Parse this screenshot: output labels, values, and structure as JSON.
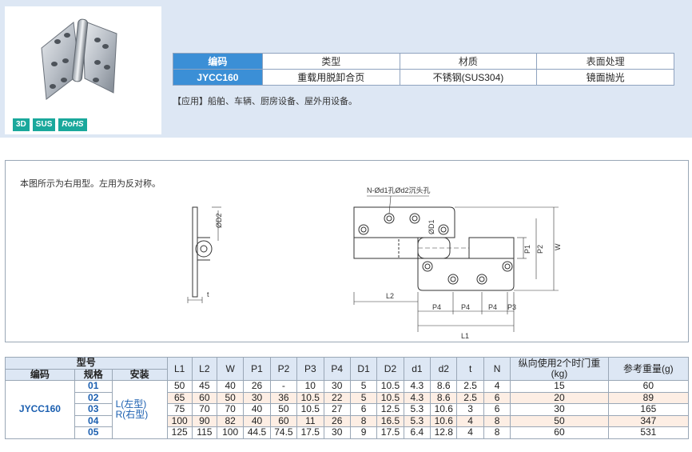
{
  "badges": [
    "3D",
    "SUS",
    "RoHS"
  ],
  "info_table": {
    "headers": [
      "编码",
      "类型",
      "材质",
      "表面处理"
    ],
    "row": [
      "JYCC160",
      "重载用脱卸合页",
      "不锈钢(SUS304)",
      "镜面抛光"
    ]
  },
  "application_note": "【应用】船舶、车辆、厨房设备、屋外用设备。",
  "drawing": {
    "note": "本图所示为右用型。左用为反对称。",
    "hole_label": "N-Ød1孔Ød2沉头孔",
    "labels": {
      "d2": "ØD2",
      "d1": "ØD1",
      "t": "t",
      "l2": "L2",
      "l1": "L1",
      "p4a": "P4",
      "p4b": "P4",
      "p4c": "P4",
      "p3": "P3",
      "p1": "P1",
      "p2": "P2",
      "w": "W"
    }
  },
  "spec_table": {
    "group_header": "型号",
    "sub_headers": [
      "编码",
      "规格",
      "安装"
    ],
    "columns": [
      "L1",
      "L2",
      "W",
      "P1",
      "P2",
      "P3",
      "P4",
      "D1",
      "D2",
      "d1",
      "d2",
      "t",
      "N",
      "纵向使用2个时门重(kg)",
      "参考重量(g)"
    ],
    "code": "JYCC160",
    "install": [
      "L(左型)",
      "R(右型)"
    ],
    "rows": [
      {
        "size": "01",
        "values": [
          "50",
          "45",
          "40",
          "26",
          "-",
          "10",
          "30",
          "5",
          "10.5",
          "4.3",
          "8.6",
          "2.5",
          "4",
          "15",
          "60"
        ]
      },
      {
        "size": "02",
        "values": [
          "65",
          "60",
          "50",
          "30",
          "36",
          "10.5",
          "22",
          "5",
          "10.5",
          "4.3",
          "8.6",
          "2.5",
          "6",
          "20",
          "89"
        ]
      },
      {
        "size": "03",
        "values": [
          "75",
          "70",
          "70",
          "40",
          "50",
          "10.5",
          "27",
          "6",
          "12.5",
          "5.3",
          "10.6",
          "3",
          "6",
          "30",
          "165"
        ]
      },
      {
        "size": "04",
        "values": [
          "100",
          "90",
          "82",
          "40",
          "60",
          "11",
          "26",
          "8",
          "16.5",
          "5.3",
          "10.6",
          "4",
          "8",
          "50",
          "347"
        ]
      },
      {
        "size": "05",
        "values": [
          "125",
          "115",
          "100",
          "44.5",
          "74.5",
          "17.5",
          "30",
          "9",
          "17.5",
          "6.4",
          "12.8",
          "4",
          "8",
          "60",
          "531"
        ]
      }
    ]
  }
}
